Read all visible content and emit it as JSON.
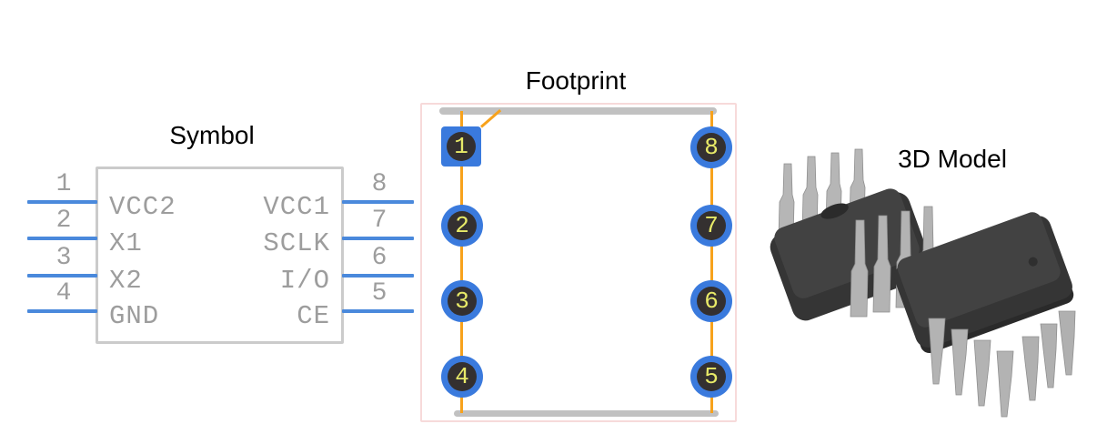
{
  "symbol": {
    "title": "Symbol",
    "pins_left": [
      {
        "number": "1",
        "label": "VCC2"
      },
      {
        "number": "2",
        "label": "X1"
      },
      {
        "number": "3",
        "label": "X2"
      },
      {
        "number": "4",
        "label": "GND"
      }
    ],
    "pins_right": [
      {
        "number": "8",
        "label": "VCC1"
      },
      {
        "number": "7",
        "label": "SCLK"
      },
      {
        "number": "6",
        "label": "I/O"
      },
      {
        "number": "5",
        "label": "CE"
      }
    ]
  },
  "footprint": {
    "title": "Footprint",
    "pads_left": [
      "1",
      "2",
      "3",
      "4"
    ],
    "pads_right": [
      "8",
      "7",
      "6",
      "5"
    ]
  },
  "model3d": {
    "title": "3D Model"
  },
  "colors": {
    "pin_line_blue": "#4a89dc",
    "pad_blue": "#3a7add",
    "pad_hole_dark": "#343030",
    "pad_number_yellow": "#e8ea68",
    "ratline_orange": "#f7a21c",
    "silkscreen_gray": "#c1c1c1",
    "symbol_outline_gray": "#cbcbcb",
    "symbol_text_gray": "#9d9d9d",
    "courtyard_pink": "#f7dada",
    "title_black": "#000000",
    "chip_body_dark": "#3a3a3a",
    "chip_pin_gray": "#b3b3b3"
  }
}
